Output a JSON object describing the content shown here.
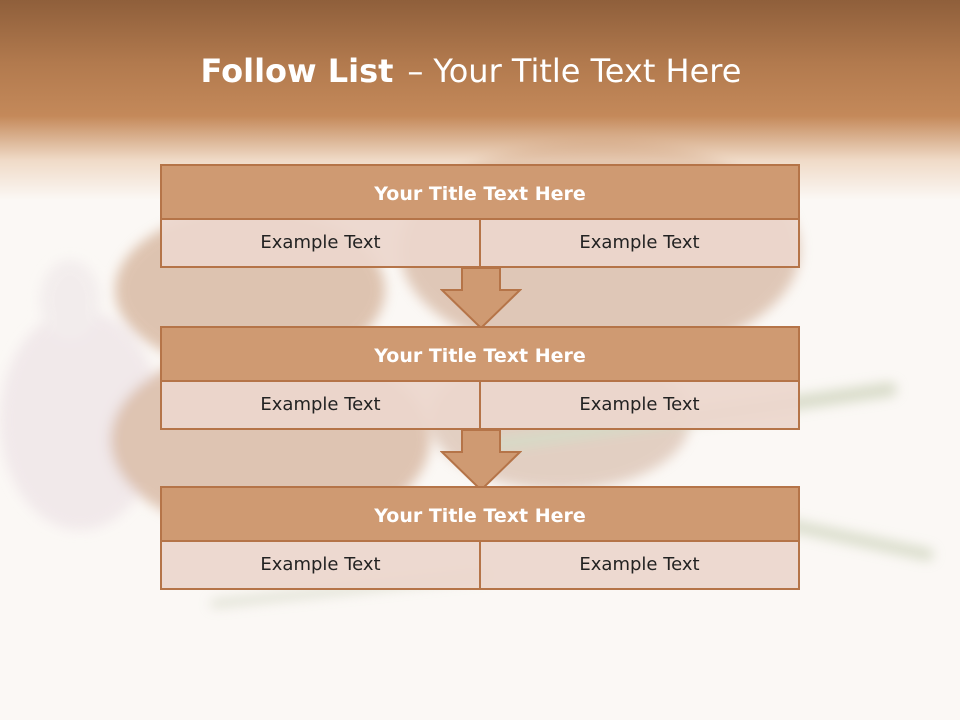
{
  "slide": {
    "title_bold": "Follow List",
    "title_dash": "–",
    "title_rest": "Your Title Text Here"
  },
  "blocks": [
    {
      "title": "Your Title Text Here",
      "left": "Example Text",
      "right": "Example Text"
    },
    {
      "title": "Your Title Text Here",
      "left": "Example Text",
      "right": "Example Text"
    },
    {
      "title": "Your Title Text Here",
      "left": "Example Text",
      "right": "Example Text"
    }
  ],
  "colors": {
    "header": "#b27a4e",
    "block_title_fill": "#cf9a72",
    "cell_fill": "#ecd6cc",
    "border": "#b57448",
    "arrow_fill": "#cf9a72"
  }
}
